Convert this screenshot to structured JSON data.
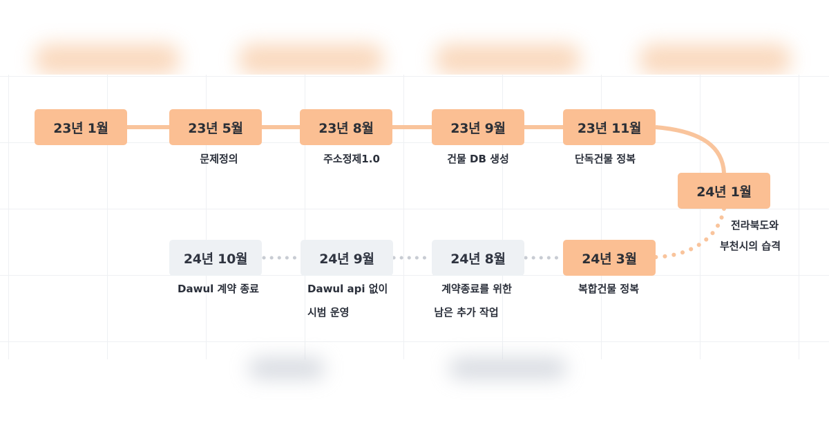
{
  "milestones": [
    {
      "date": "23년 1월",
      "caption": [],
      "status": "done"
    },
    {
      "date": "23년 5월",
      "caption": [
        "문제정의"
      ],
      "status": "done"
    },
    {
      "date": "23년 8월",
      "caption": [
        "주소정제1.0"
      ],
      "status": "done"
    },
    {
      "date": "23년 9월",
      "caption": [
        "건물 DB 생성"
      ],
      "status": "done"
    },
    {
      "date": "23년 11월",
      "caption": [
        "단독건물 정복"
      ],
      "status": "done"
    },
    {
      "date": "24년 1월",
      "caption": [
        "전라북도와",
        "부천시의 습격"
      ],
      "status": "done"
    },
    {
      "date": "24년 3월",
      "caption": [
        "복합건물 정복"
      ],
      "status": "done"
    },
    {
      "date": "24년 8월",
      "caption": [
        "계약종료를 위한",
        "남은 추가 작업"
      ],
      "status": "planned"
    },
    {
      "date": "24년 9월",
      "caption": [
        "Dawul api 없이",
        "시범 운영"
      ],
      "status": "planned"
    },
    {
      "date": "24년 10월",
      "caption": [
        "Dawul 계약 종료"
      ],
      "status": "planned"
    }
  ],
  "colors": {
    "done_fill": "#fbbf93",
    "done_line": "#f9c49c",
    "planned_fill": "#eef1f4",
    "planned_dots": "#c8ccd3",
    "text": "#2b2f36"
  }
}
